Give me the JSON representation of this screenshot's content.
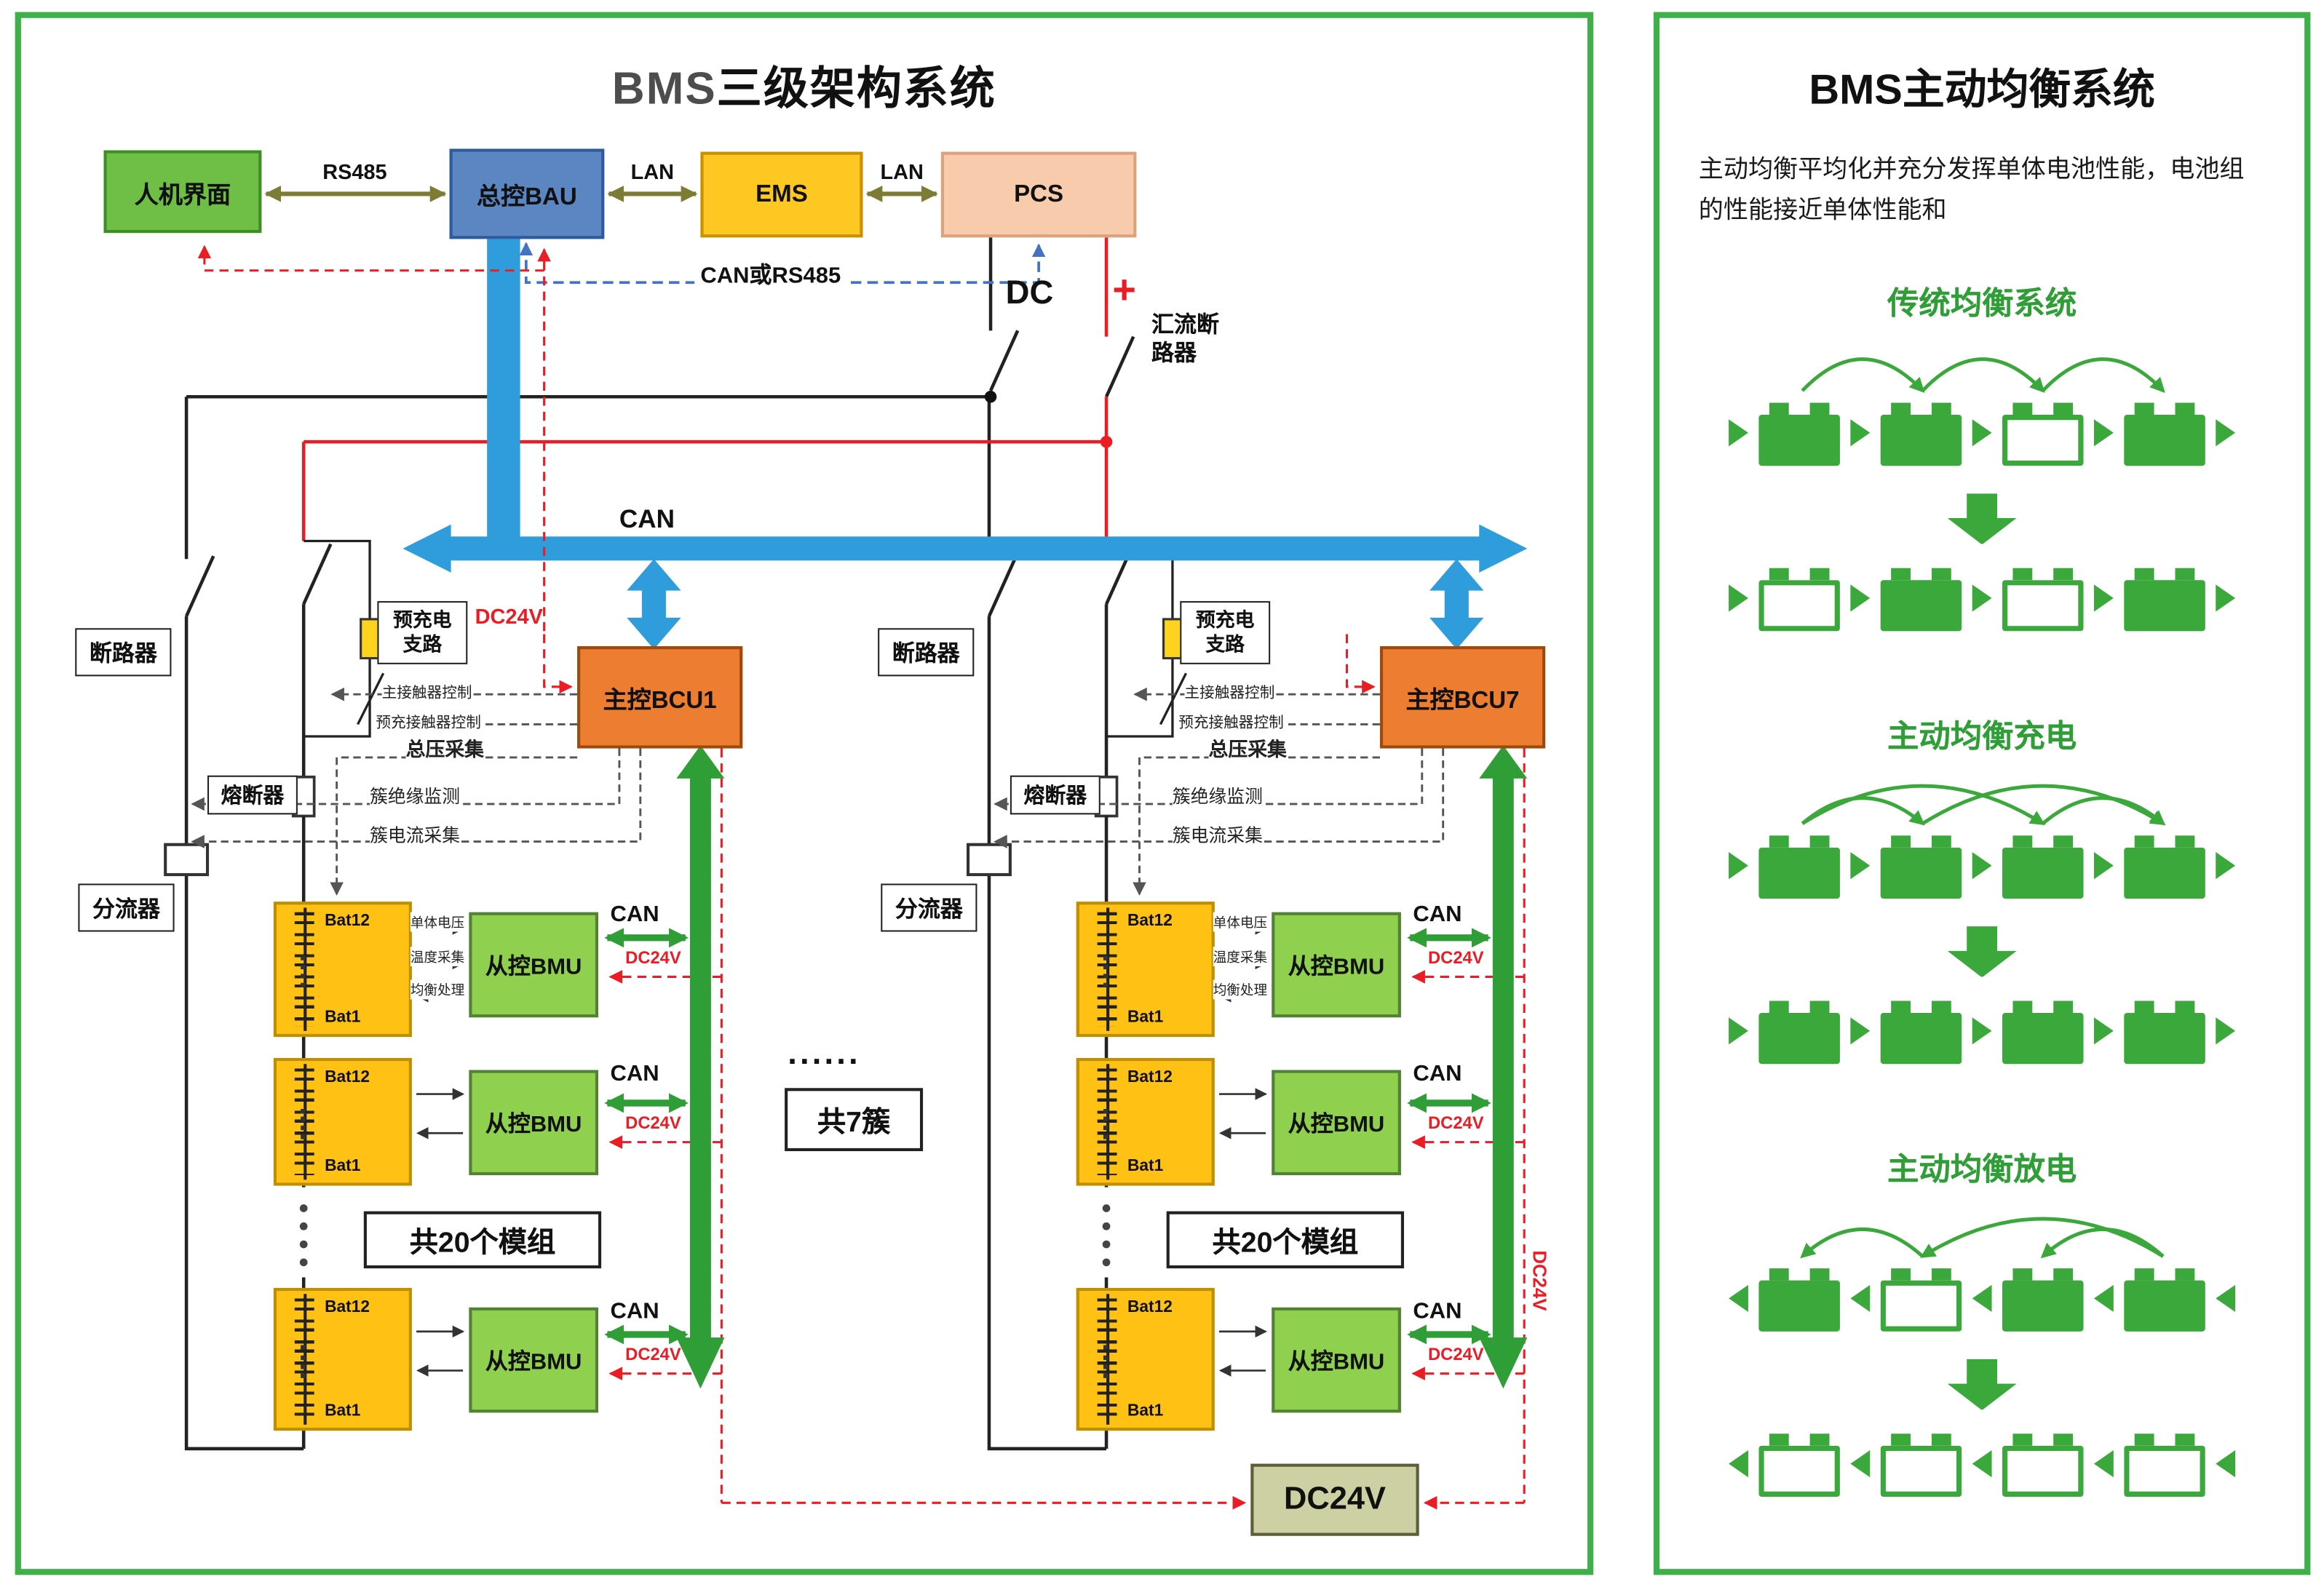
{
  "left_panel": {
    "title_prefix": "BMS",
    "title_main": "三级架构系统",
    "top": {
      "hmi": "人机界面",
      "rs485": "RS485",
      "bau": "总控BAU",
      "lan1": "LAN",
      "ems": "EMS",
      "lan2": "LAN",
      "pcs": "PCS",
      "can_or_rs485": "CAN或RS485",
      "dc": "DC",
      "plus": "+",
      "bus_breaker": "汇流断路器"
    },
    "can_label": "CAN",
    "middle_dots": "......",
    "cluster_count": "共7簇",
    "bottom_dc24v": "DC24V",
    "side_dc24v": "DC24V",
    "clusters": [
      {
        "breaker": "断路器",
        "precharge1": "预充电",
        "precharge2": "支路",
        "dc24v": "DC24V",
        "bcu": "主控BCU1",
        "main_contactor": "主接触器控制",
        "precharge_contactor": "预充接触器控制",
        "total_voltage": "总压采集",
        "fuse": "熔断器",
        "insulation": "簇绝缘监测",
        "current": "簇电流采集",
        "shunt": "分流器",
        "bat_top": "Bat12",
        "bat_bottom": "Bat1",
        "bmu": "从控BMU",
        "sig_voltage": "单体电压",
        "sig_temp": "温度采集",
        "sig_balance": "均衡处理",
        "can": "CAN",
        "dc24v_bmu": "DC24V",
        "module_count": "共20个模组"
      },
      {
        "breaker": "断路器",
        "precharge1": "预充电",
        "precharge2": "支路",
        "dc24v": "DC24V",
        "bcu": "主控BCU7",
        "main_contactor": "主接触器控制",
        "precharge_contactor": "预充接触器控制",
        "total_voltage": "总压采集",
        "fuse": "熔断器",
        "insulation": "簇绝缘监测",
        "current": "簇电流采集",
        "shunt": "分流器",
        "bat_top": "Bat12",
        "bat_bottom": "Bat1",
        "bmu": "从控BMU",
        "sig_voltage": "单体电压",
        "sig_temp": "温度采集",
        "sig_balance": "均衡处理",
        "can": "CAN",
        "dc24v_bmu": "DC24V",
        "module_count": "共20个模组"
      }
    ]
  },
  "right_panel": {
    "title": "BMS主动均衡系统",
    "description": "主动均衡平均化并充分发挥单体电池性能，电池组的性能接近单体性能和",
    "sections": [
      {
        "title": "传统均衡系统"
      },
      {
        "title": "主动均衡充电"
      },
      {
        "title": "主动均衡放电"
      }
    ]
  },
  "colors": {
    "panel_border_green": "#3fb049",
    "icon_green": "#3aa83a",
    "can_bus_blue": "#2f9ddb",
    "bcu_orange": "#ed7d31",
    "bmu_green": "#8fd14f",
    "module_yellow": "#ffc114",
    "signal_red": "#eb1c24",
    "bau_blue": "#5b86c2",
    "ems_yellow": "#fdc821",
    "pcs_peach": "#f8cbad",
    "hmi_green": "#6fbe45"
  }
}
